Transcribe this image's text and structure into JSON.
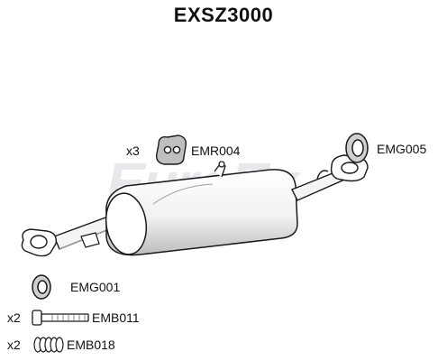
{
  "title": "EXSZ3000",
  "watermark": "EuroEx",
  "parts": {
    "emr004": {
      "code": "EMR004",
      "qty": "x3"
    },
    "emg005": {
      "code": "EMG005"
    },
    "emg001": {
      "code": "EMG001"
    },
    "emb011": {
      "code": "EMB011",
      "qty": "x2"
    },
    "emb018": {
      "code": "EMB018",
      "qty": "x2"
    }
  },
  "colors": {
    "line": "#1a1a1a",
    "fill": "#ffffff",
    "shade": "#bfbfbf",
    "watermark": "#c8cdd6"
  }
}
